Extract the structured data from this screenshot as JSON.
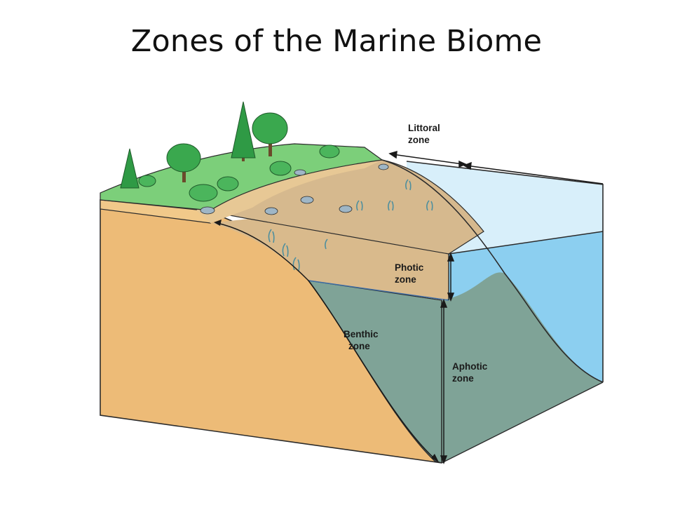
{
  "slide": {
    "title": "Zones of the Marine Biome"
  },
  "diagram": {
    "labels": {
      "littoral": [
        "Littoral",
        "zone"
      ],
      "photic": [
        "Photic",
        "zone"
      ],
      "benthic": [
        "Benthic",
        "zone"
      ],
      "aphotic": [
        "Aphotic",
        "zone"
      ]
    },
    "colors": {
      "land_green": "#7ccf7a",
      "beach_sand": "#e7c895",
      "soil_front": "#edbb77",
      "soil_top": "#f1c98a",
      "seafloor_light": "#d6b98e",
      "photic_front": "#d9ba8c",
      "aphotic_front": "#7fa397",
      "water_light": "#d8effa",
      "water_deep": "#8ccff0",
      "outline": "#2b2b2b"
    }
  }
}
